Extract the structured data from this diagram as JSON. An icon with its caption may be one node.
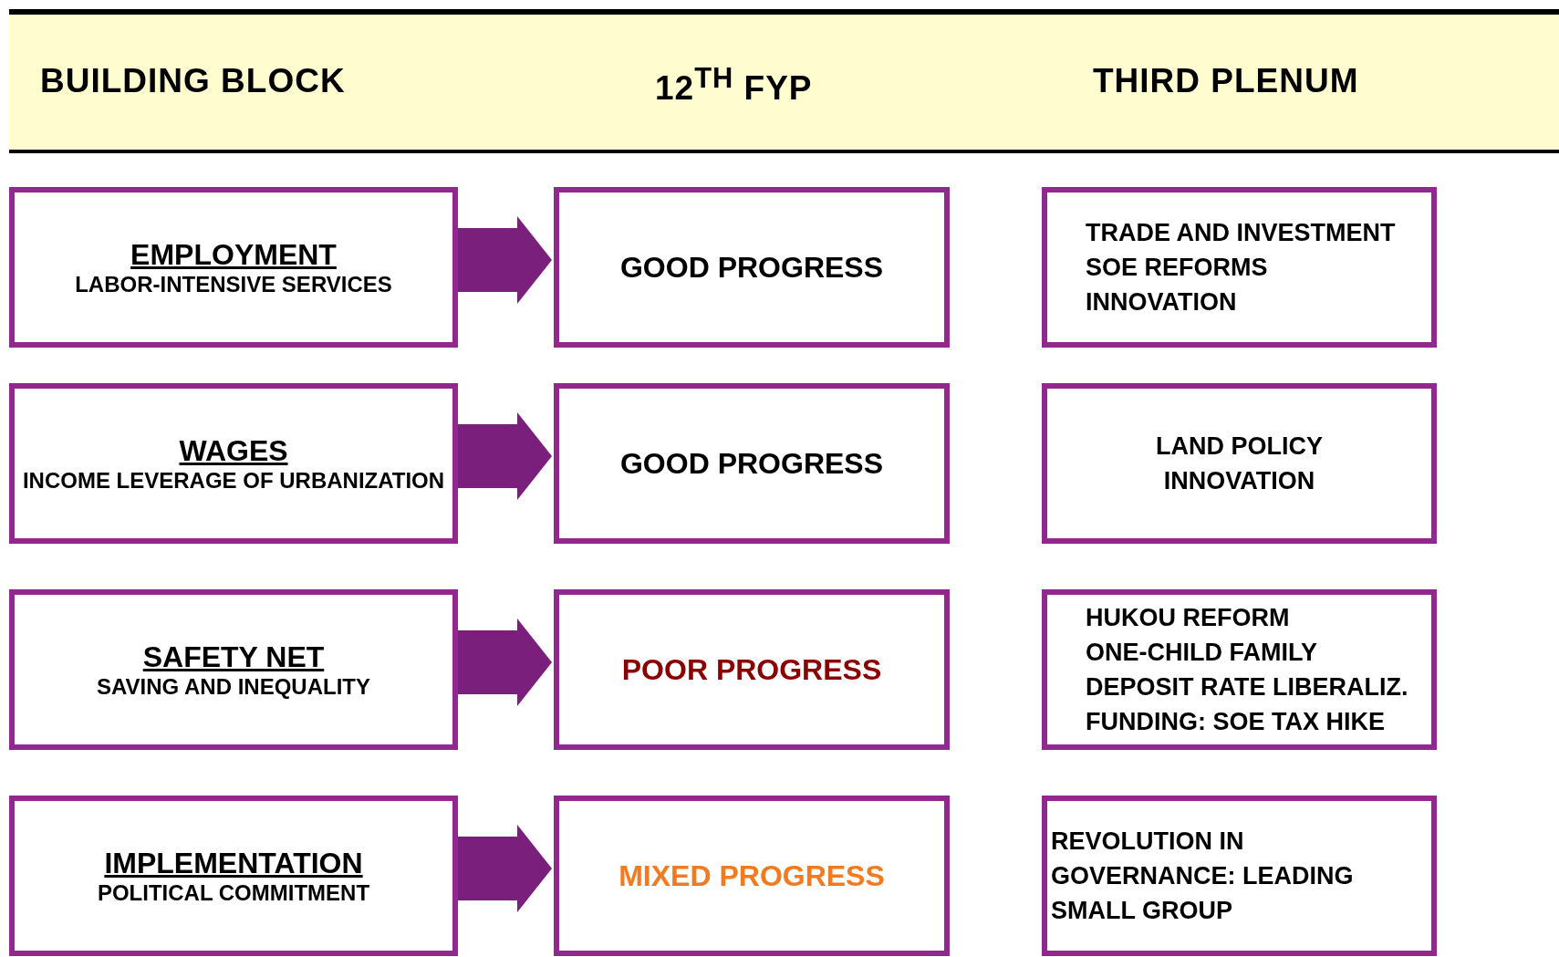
{
  "diagram": {
    "nodes": [
      {
        "text": [
          "EMPLOYMENT",
          "LABOR-INTENSIVE SERVICES"
        ]
      },
      {
        "text": [
          "GOOD PROGRESS"
        ]
      },
      {
        "text": [
          "TRADE AND INVESTMENT",
          "SOE REFORMS",
          "INNOVATION"
        ]
      },
      {
        "text": [
          "WAGES",
          "INCOME LEVERAGE OF URBANIZATION"
        ]
      },
      {
        "text": [
          "GOOD PROGRESS"
        ]
      },
      {
        "text": [
          "LAND POLICY",
          "INNOVATION"
        ]
      },
      {
        "text": [
          "SAFETY NET",
          "SAVING AND INEQUALITY"
        ]
      },
      {
        "text": [
          "POOR PROGRESS"
        ]
      },
      {
        "text": [
          "HUKOU REFORM",
          "ONE-CHILD FAMILY",
          "DEPOSIT RATE LIBERALIZ.",
          "FUNDING: SOE TAX HIKE"
        ]
      },
      {
        "text": [
          "IMPLEMENTATION",
          "POLITICAL COMMITMENT"
        ]
      },
      {
        "text": [
          "MIXED PROGRESS"
        ]
      },
      {
        "text": [
          "REVOLUTION IN GOVERNANCE: LEADING SMALL GROUP"
        ]
      }
    ],
    "edges": [
      {
        "from": 0,
        "to": 1,
        "arrow": "to"
      },
      {
        "from": 3,
        "to": 4,
        "arrow": "to"
      },
      {
        "from": 6,
        "to": 7,
        "arrow": "to"
      },
      {
        "from": 9,
        "to": 10,
        "arrow": "to"
      }
    ],
    "labels": [
      "BUILDING BLOCK",
      "12$^{TH}$ FYP",
      "THIRD PLENUM"
    ]
  }
}
